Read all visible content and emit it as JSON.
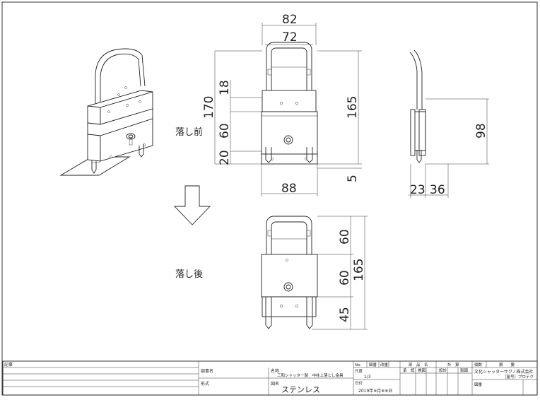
{
  "views": {
    "before_label": "落し前",
    "after_label": "落し後"
  },
  "dims_front": {
    "w82": "82",
    "w72": "72",
    "h170": "170",
    "h18": "18",
    "h60": "60",
    "h20": "20",
    "h165": "165",
    "h5": "5",
    "w88": "88"
  },
  "dims_side": {
    "h98": "98",
    "w23": "23",
    "w36": "36"
  },
  "dims_after": {
    "h60a": "60",
    "h60b": "60",
    "h45": "45",
    "h165": "165"
  },
  "title_block": {
    "remarks_label": "記事",
    "client_label": "調書名",
    "format_label": "形式",
    "name_label": "名称",
    "name_value": "三和シャッター製　中柱上落とし金具",
    "drawing_label": "図名",
    "drawing_value": "ステンレス",
    "no_label": "No.",
    "ref_label": "図番",
    "rev_label": "改番",
    "scale_label": "尺度",
    "scale_value": "1/3",
    "date_label": "日付",
    "date_value": "2019年※月※※日",
    "part_label": "部　品　名",
    "calc_label": "計　算",
    "qty_label": "個数",
    "note_label": "摘　　要",
    "approval_label": "承　認",
    "check_label": "検図",
    "design_label": "設計",
    "draft_label": "製図",
    "company": "文化シャッターサクノ株式会社",
    "company_sub": "［屋号］プロテク",
    "seal_label": "図番"
  }
}
